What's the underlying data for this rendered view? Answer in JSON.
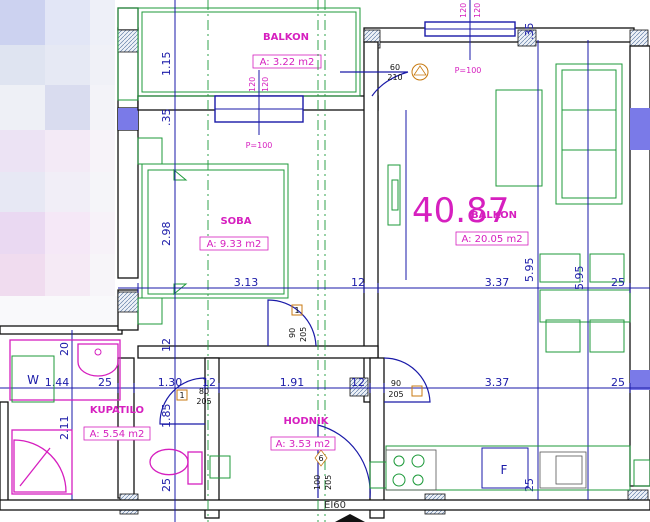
{
  "total_area": "40.87",
  "rooms": [
    {
      "name": "BALKON",
      "area": "A: 3.22 m2"
    },
    {
      "name": "SOBA",
      "area": "A: 9.33 m2"
    },
    {
      "name": "BALKON",
      "area": "A: 20.05 m2"
    },
    {
      "name": "KUPATILO",
      "area": "A: 5.54 m2"
    },
    {
      "name": "HODNIK",
      "area": "A: 3.53 m2"
    }
  ],
  "dims": {
    "d115": "1.15",
    "d35a": ".35",
    "d35b": ".35",
    "d298": "2.98",
    "d313": "3.13",
    "d12a": "12",
    "d337a": "3.37",
    "d25a": "25",
    "d595a": "5.95",
    "d595b": "5.95",
    "d12b": "12",
    "d20": "20",
    "d144": "1.44",
    "d25b": "25",
    "d130": "1.30",
    "d12c": "12",
    "d191": "1.91",
    "d12d": "12",
    "d337b": "3.37",
    "d25c": "25",
    "d211": "2.11",
    "d185": "1.85",
    "d25d": "25",
    "d25e": "25"
  },
  "openings": {
    "top_win_h1": "120",
    "top_win_h2": "120",
    "top_win_p": "P=100",
    "mid_win_h1": "120",
    "mid_win_h2": "120",
    "mid_win_p": "P=100",
    "balcony_door_w": "60",
    "balcony_door_h": "210",
    "soba_door_w": "90",
    "soba_door_h": "205",
    "soba_door_tag": "1",
    "bath_door_w": "80",
    "bath_door_h": "205",
    "bath_door_tag": "1",
    "hall_door_w": "90",
    "hall_door_h": "205",
    "entry_door_w": "100",
    "entry_door_h": "205",
    "entry_door_tag": "6",
    "entry_door_class": "EI60"
  },
  "appliances": {
    "washer": "W",
    "fridge": "F"
  },
  "colors": {
    "walls": "#111111",
    "dimensions": "#1a1aa8",
    "labels": "#d61fbf",
    "furniture": "#1d9a3a",
    "glazing": "#7a7ae8"
  }
}
